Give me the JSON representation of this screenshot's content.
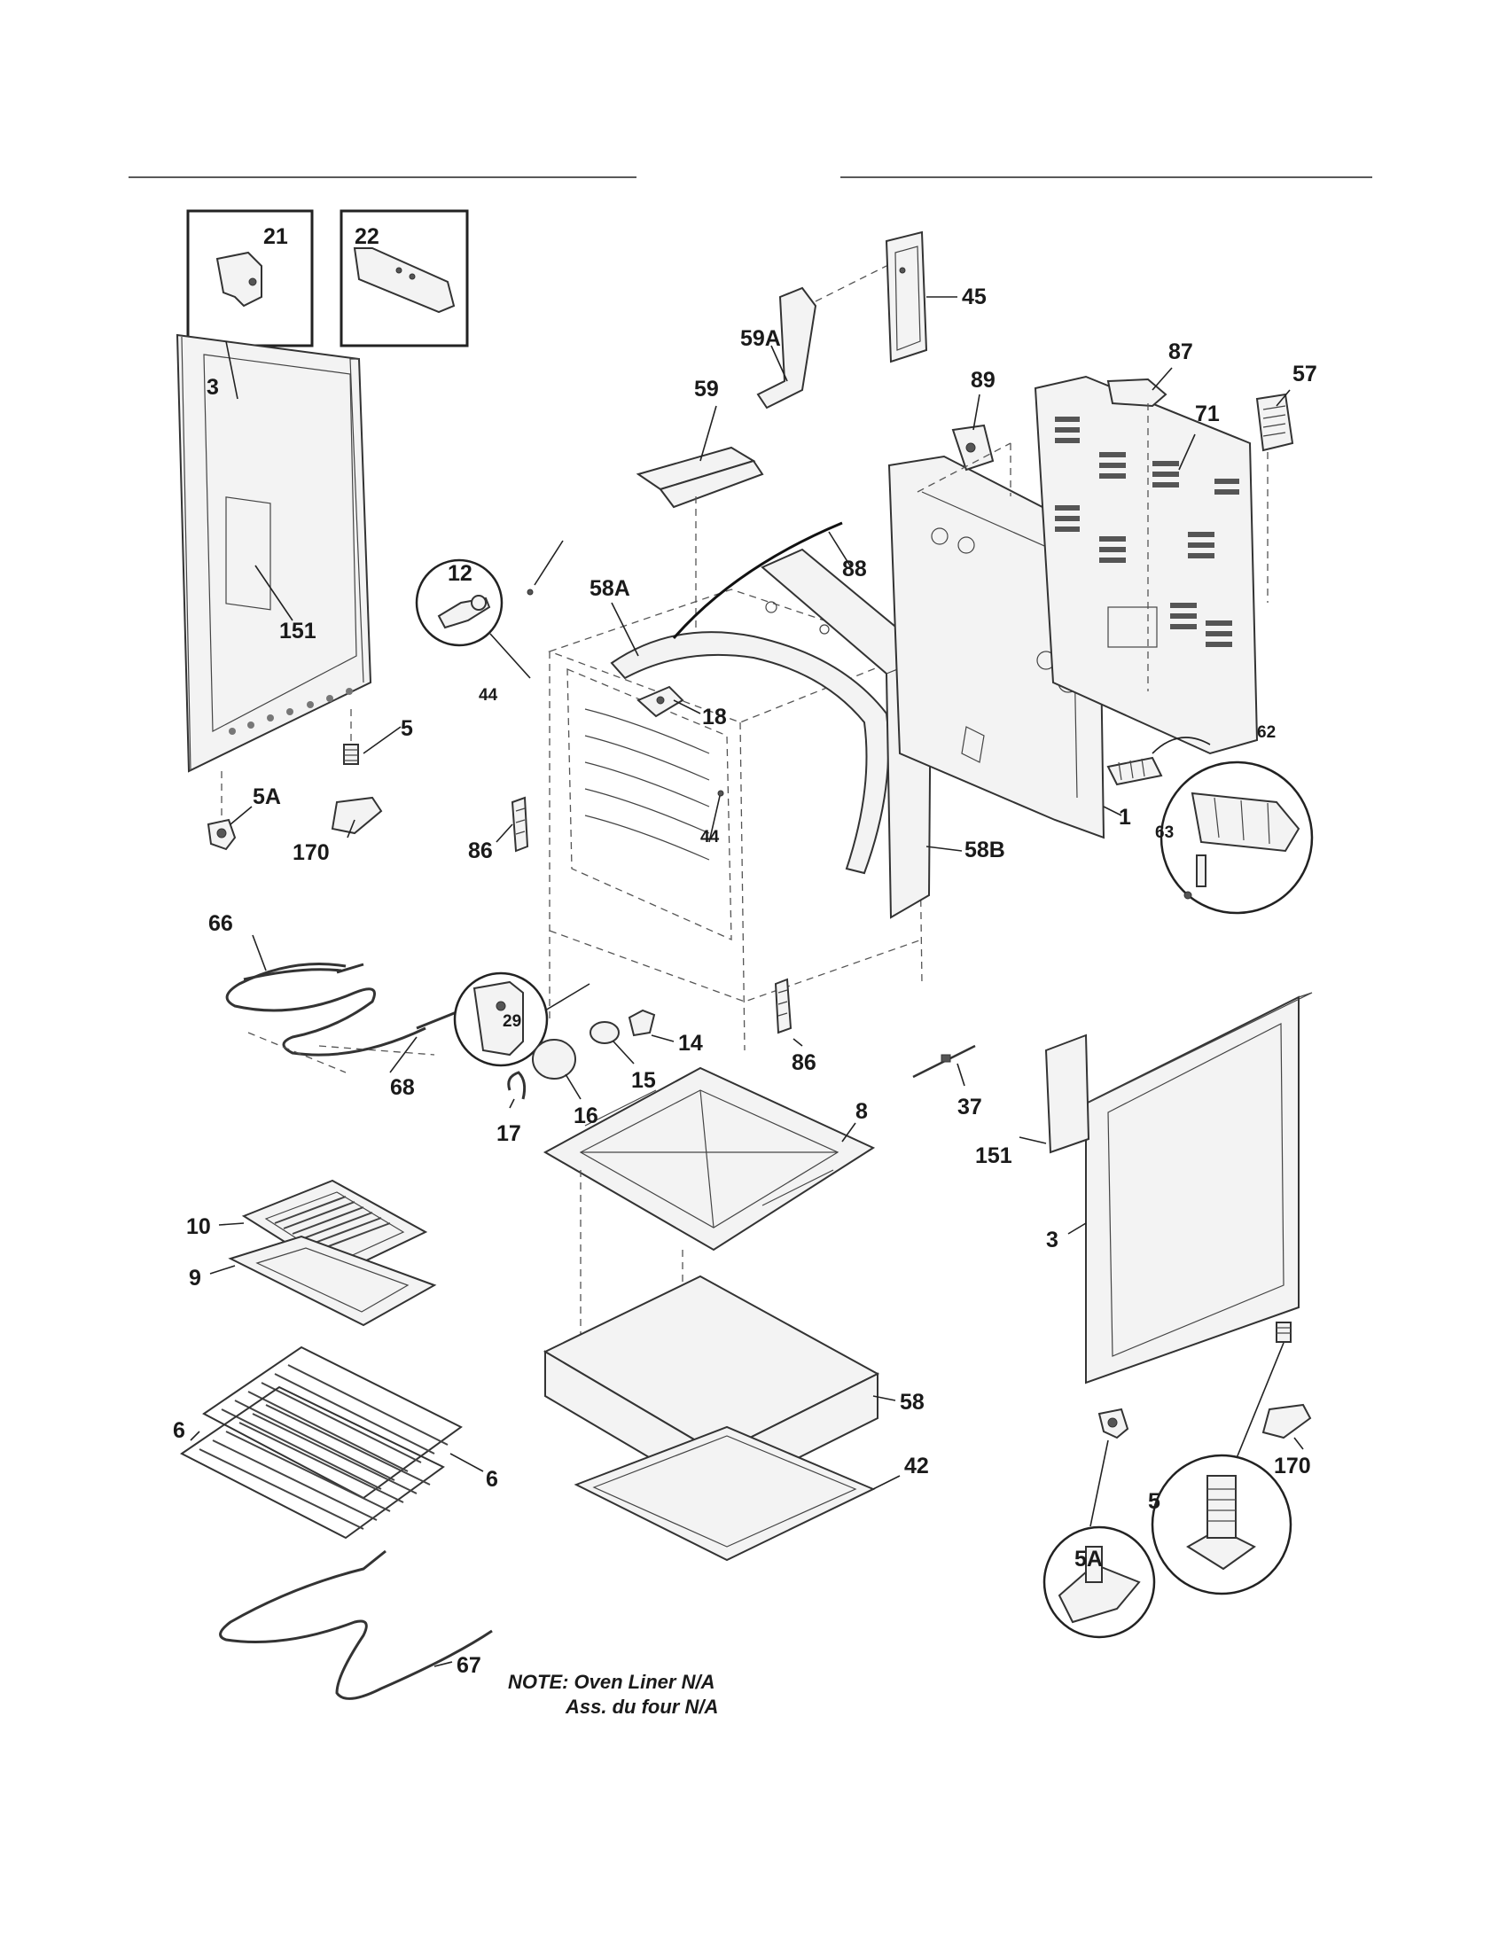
{
  "diagram": {
    "labels": {
      "l21": "21",
      "l22": "22",
      "l3a": "3",
      "l151a": "151",
      "l5a": "5",
      "l5Aa": "5A",
      "l170a": "170",
      "l12": "12",
      "l44a": "44",
      "l58A": "58A",
      "l18": "18",
      "l44b": "44",
      "l86a": "86",
      "l59A": "59A",
      "l59": "59",
      "l45": "45",
      "l88": "88",
      "l89": "89",
      "l87": "87",
      "l71": "71",
      "l57": "57",
      "l62": "62",
      "l63": "63",
      "l1": "1",
      "l58B": "58B",
      "l66": "66",
      "l68": "68",
      "l29": "29",
      "l14": "14",
      "l15": "15",
      "l16": "16",
      "l17": "17",
      "l86b": "86",
      "l37": "37",
      "l151b": "151",
      "l3b": "3",
      "l8": "8",
      "l10": "10",
      "l9": "9",
      "l6a": "6",
      "l6b": "6",
      "l58": "58",
      "l42": "42",
      "l5Ab": "5A",
      "l5b": "5",
      "l170b": "170",
      "l67": "67"
    },
    "note_line1": "NOTE: Oven Liner N/A",
    "note_line2": "Ass. du four N/A"
  }
}
